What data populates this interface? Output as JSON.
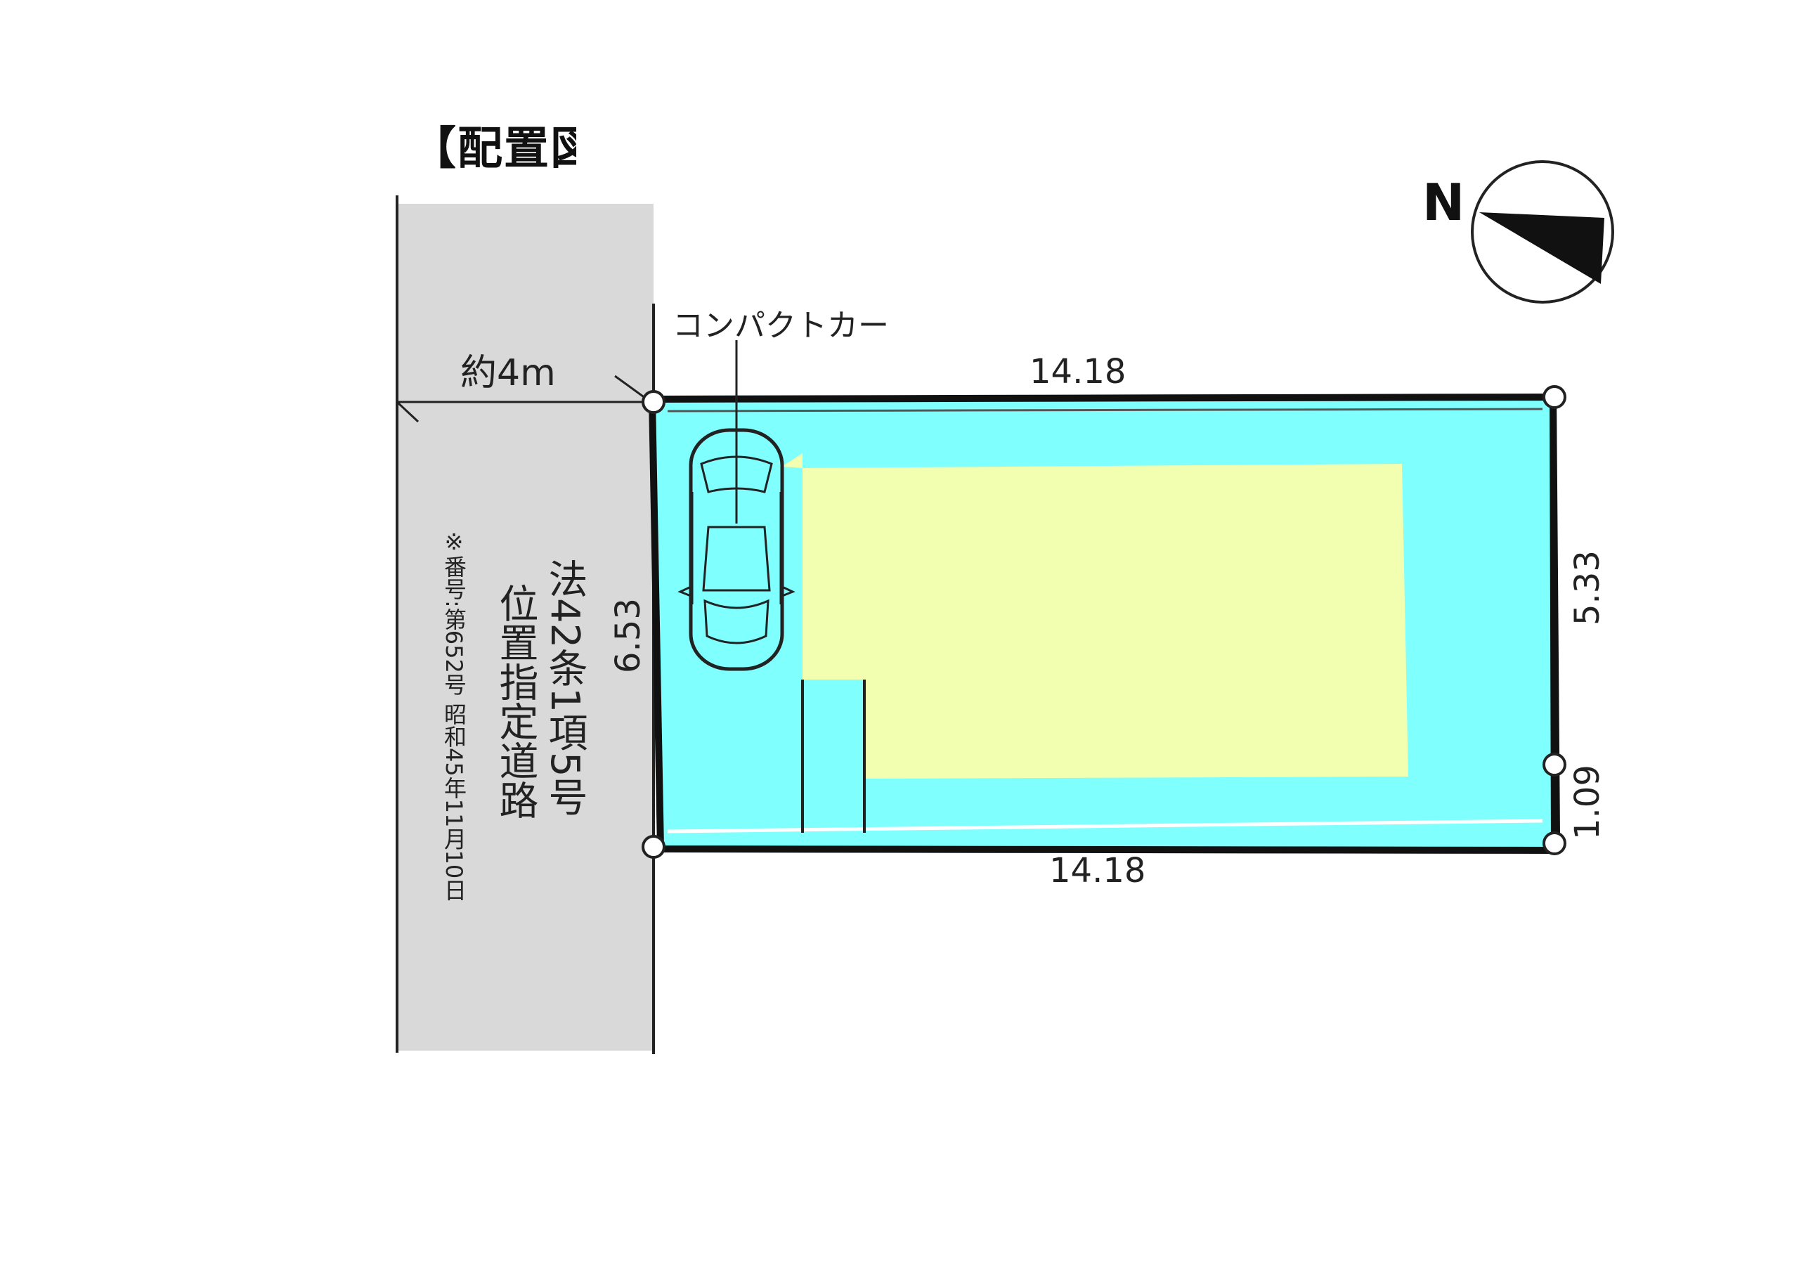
{
  "title": "【配置図",
  "north": {
    "label": "N"
  },
  "colors": {
    "road": "#d9d9d9",
    "lot": "#80ffff",
    "building": "#f3ffb0",
    "line": "#111111"
  },
  "road": {
    "width_label": "約4m",
    "designation": "法42条1項5号",
    "designation_sub": "位置指定道路",
    "note": "※番号:第652号 昭和45年11月10日"
  },
  "parking": {
    "label": "コンパクトカー"
  },
  "dimensions": {
    "top": "14.18",
    "bottom": "14.18",
    "left": "6.53",
    "right_upper": "5.33",
    "right_lower": "1.09"
  }
}
